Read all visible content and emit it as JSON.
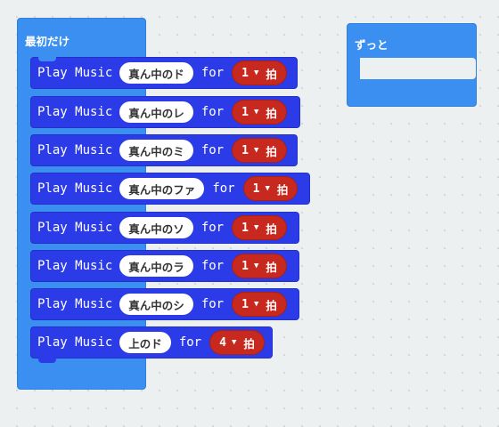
{
  "start_block": {
    "title": "最初だけ",
    "items": [
      {
        "play": "Play Music",
        "note": "真ん中のド",
        "for": "for",
        "beats": "1",
        "unit": "拍"
      },
      {
        "play": "Play Music",
        "note": "真ん中のレ",
        "for": "for",
        "beats": "1",
        "unit": "拍"
      },
      {
        "play": "Play Music",
        "note": "真ん中のミ",
        "for": "for",
        "beats": "1",
        "unit": "拍"
      },
      {
        "play": "Play Music",
        "note": "真ん中のファ",
        "for": "for",
        "beats": "1",
        "unit": "拍"
      },
      {
        "play": "Play Music",
        "note": "真ん中のソ",
        "for": "for",
        "beats": "1",
        "unit": "拍"
      },
      {
        "play": "Play Music",
        "note": "真ん中のラ",
        "for": "for",
        "beats": "1",
        "unit": "拍"
      },
      {
        "play": "Play Music",
        "note": "真ん中のシ",
        "for": "for",
        "beats": "1",
        "unit": "拍"
      },
      {
        "play": "Play Music",
        "note": "上のド",
        "for": "for",
        "beats": "4",
        "unit": "拍"
      }
    ]
  },
  "forever_block": {
    "title": "ずっと"
  },
  "colors": {
    "event_block": "#3b8ff0",
    "music_block": "#2c3be8",
    "beat_dropdown": "#c8291e",
    "workspace": "#ecf0f1"
  },
  "icons": {
    "dropdown": "caret-down-icon"
  }
}
